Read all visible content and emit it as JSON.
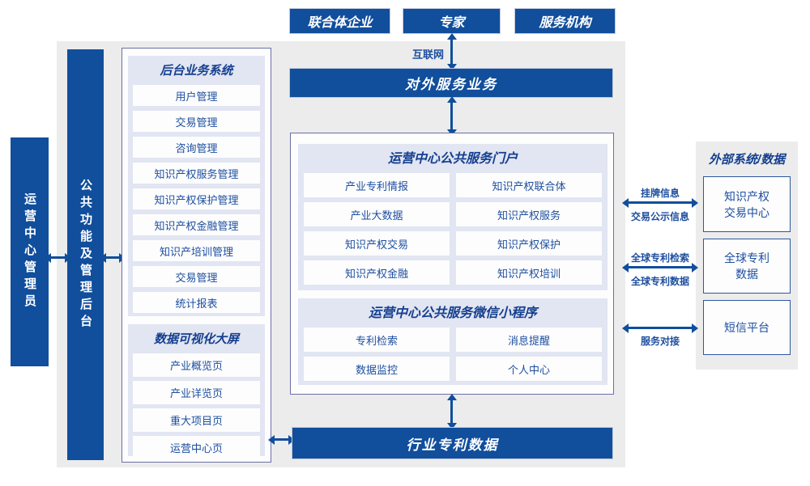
{
  "colors": {
    "accent_blue": "#114e9c",
    "panel_lavender": "#e2e5f2",
    "background_gray": "#ececec",
    "text_blue": "#1d4e9e",
    "container_border": "#6a6fa5",
    "external_box_border": "#2d579f"
  },
  "top_actors": [
    "联合体企业",
    "专家",
    "服务机构"
  ],
  "internet_label": "互联网",
  "external_service_bar": "对外服务业务",
  "industry_patent_bar": "行业专利数据",
  "admin_bar": "运营中心管理员",
  "backend_bar": "公共功能及管理后台",
  "backend_system": {
    "title": "后台业务系统",
    "items": [
      "用户管理",
      "交易管理",
      "咨询管理",
      "知识产权服务管理",
      "知识产权保护管理",
      "知识产权金融管理",
      "知识产培训管理",
      "交易管理",
      "统计报表"
    ]
  },
  "dataviz": {
    "title": "数据可视化大屏",
    "items": [
      "产业概览页",
      "产业详览页",
      "重大项目页",
      "运营中心页"
    ]
  },
  "portal": {
    "title": "运营中心公共服务门户",
    "items": [
      "产业专利情报",
      "知识产权联合体",
      "产业大数据",
      "知识产权服务",
      "知识产权交易",
      "知识产权保护",
      "知识产权金融",
      "知识产权培训"
    ]
  },
  "miniprogram": {
    "title": "运营中心公共服务微信小程序",
    "items": [
      "专利检索",
      "消息提醒",
      "数据监控",
      "个人中心"
    ]
  },
  "external": {
    "title": "外部系统/数据",
    "systems": [
      [
        "知识产权",
        "交易中心"
      ],
      [
        "全球专利",
        "数据"
      ],
      [
        "短信平台"
      ]
    ],
    "links": [
      {
        "above": "挂牌信息",
        "below": "交易公示信息"
      },
      {
        "above": "全球专利检索",
        "below": "全球专利数据"
      },
      {
        "above": "",
        "below": "服务对接"
      }
    ]
  }
}
